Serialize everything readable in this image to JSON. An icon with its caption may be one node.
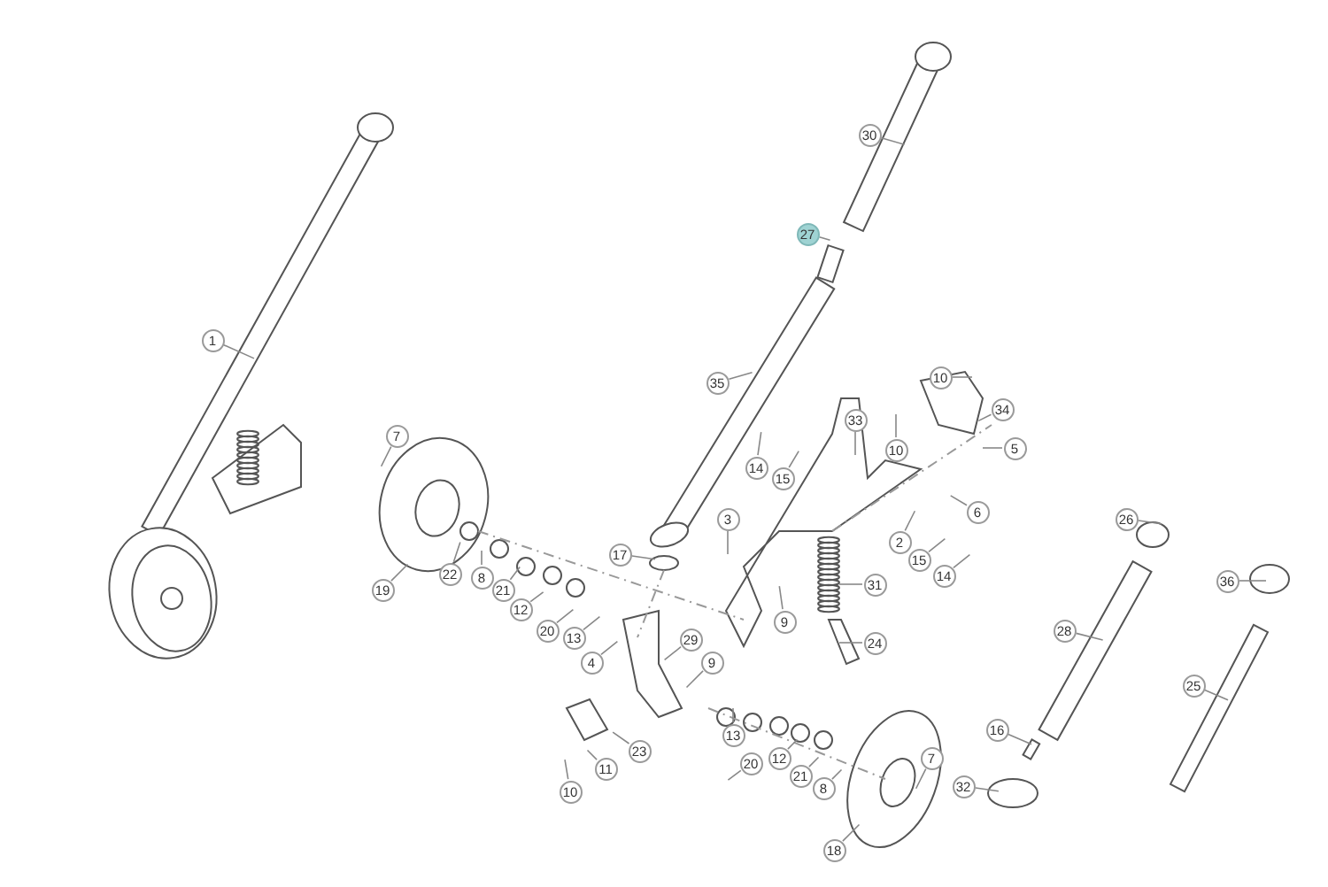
{
  "diagram": {
    "nodes": [
      {
        "text": [
          "1"
        ]
      },
      {
        "text": [
          "30"
        ]
      },
      {
        "text": [
          "27"
        ]
      },
      {
        "text": [
          "35"
        ]
      },
      {
        "text": [
          "7"
        ]
      },
      {
        "text": [
          "10"
        ]
      },
      {
        "text": [
          "34"
        ]
      },
      {
        "text": [
          "33"
        ]
      },
      {
        "text": [
          "14"
        ]
      },
      {
        "text": [
          "15"
        ]
      },
      {
        "text": [
          "10"
        ]
      },
      {
        "text": [
          "5"
        ]
      },
      {
        "text": [
          "26"
        ]
      },
      {
        "text": [
          "36"
        ]
      },
      {
        "text": [
          "6"
        ]
      },
      {
        "text": [
          "3"
        ]
      },
      {
        "text": [
          "2"
        ]
      },
      {
        "text": [
          "17"
        ]
      },
      {
        "text": [
          "22"
        ]
      },
      {
        "text": [
          "8"
        ]
      },
      {
        "text": [
          "19"
        ]
      },
      {
        "text": [
          "21"
        ]
      },
      {
        "text": [
          "31"
        ]
      },
      {
        "text": [
          "15"
        ]
      },
      {
        "text": [
          "14"
        ]
      },
      {
        "text": [
          "12"
        ]
      },
      {
        "text": [
          "20"
        ]
      },
      {
        "text": [
          "13"
        ]
      },
      {
        "text": [
          "28"
        ]
      },
      {
        "text": [
          "29"
        ]
      },
      {
        "text": [
          "4"
        ]
      },
      {
        "text": [
          "24"
        ]
      },
      {
        "text": [
          "9"
        ]
      },
      {
        "text": [
          "9"
        ]
      },
      {
        "text": [
          "25"
        ]
      },
      {
        "text": [
          "23"
        ]
      },
      {
        "text": [
          "16"
        ]
      },
      {
        "text": [
          "13"
        ]
      },
      {
        "text": [
          "11"
        ]
      },
      {
        "text": [
          "20"
        ]
      },
      {
        "text": [
          "12"
        ]
      },
      {
        "text": [
          "21"
        ]
      },
      {
        "text": [
          "7"
        ]
      },
      {
        "text": [
          "8"
        ]
      },
      {
        "text": [
          "10"
        ]
      },
      {
        "text": [
          "32"
        ]
      },
      {
        "text": [
          "18"
        ]
      }
    ],
    "edges": [
      {
        "from": 0,
        "to": null,
        "arrow": "none"
      },
      {
        "from": 1,
        "to": null,
        "arrow": "none"
      },
      {
        "from": 2,
        "to": null,
        "arrow": "none"
      },
      {
        "from": 3,
        "to": null,
        "arrow": "none"
      },
      {
        "from": 4,
        "to": null,
        "arrow": "none"
      },
      {
        "from": 5,
        "to": null,
        "arrow": "none"
      },
      {
        "from": 6,
        "to": null,
        "arrow": "none"
      },
      {
        "from": 7,
        "to": null,
        "arrow": "none"
      },
      {
        "from": 8,
        "to": null,
        "arrow": "none"
      },
      {
        "from": 9,
        "to": null,
        "arrow": "none"
      },
      {
        "from": 10,
        "to": null,
        "arrow": "none"
      },
      {
        "from": 11,
        "to": null,
        "arrow": "none"
      },
      {
        "from": 12,
        "to": null,
        "arrow": "none"
      },
      {
        "from": 13,
        "to": null,
        "arrow": "none"
      },
      {
        "from": 14,
        "to": null,
        "arrow": "none"
      },
      {
        "from": 15,
        "to": null,
        "arrow": "none"
      },
      {
        "from": 16,
        "to": null,
        "arrow": "none"
      },
      {
        "from": 17,
        "to": null,
        "arrow": "none"
      },
      {
        "from": 18,
        "to": null,
        "arrow": "none"
      },
      {
        "from": 19,
        "to": null,
        "arrow": "none"
      },
      {
        "from": 20,
        "to": null,
        "arrow": "none"
      },
      {
        "from": 21,
        "to": null,
        "arrow": "none"
      },
      {
        "from": 22,
        "to": null,
        "arrow": "none"
      },
      {
        "from": 23,
        "to": null,
        "arrow": "none"
      },
      {
        "from": 24,
        "to": null,
        "arrow": "none"
      },
      {
        "from": 25,
        "to": null,
        "arrow": "none"
      },
      {
        "from": 26,
        "to": null,
        "arrow": "none"
      },
      {
        "from": 27,
        "to": null,
        "arrow": "none"
      },
      {
        "from": 28,
        "to": null,
        "arrow": "none"
      },
      {
        "from": 29,
        "to": null,
        "arrow": "none"
      },
      {
        "from": 30,
        "to": null,
        "arrow": "none"
      },
      {
        "from": 31,
        "to": null,
        "arrow": "none"
      },
      {
        "from": 32,
        "to": null,
        "arrow": "none"
      },
      {
        "from": 33,
        "to": null,
        "arrow": "none"
      },
      {
        "from": 34,
        "to": null,
        "arrow": "none"
      },
      {
        "from": 35,
        "to": null,
        "arrow": "none"
      },
      {
        "from": 36,
        "to": null,
        "arrow": "none"
      },
      {
        "from": 37,
        "to": null,
        "arrow": "none"
      },
      {
        "from": 38,
        "to": null,
        "arrow": "none"
      },
      {
        "from": 39,
        "to": null,
        "arrow": "none"
      },
      {
        "from": 40,
        "to": null,
        "arrow": "none"
      },
      {
        "from": 41,
        "to": null,
        "arrow": "none"
      },
      {
        "from": 42,
        "to": null,
        "arrow": "none"
      },
      {
        "from": 43,
        "to": null,
        "arrow": "none"
      },
      {
        "from": 44,
        "to": null,
        "arrow": "none"
      },
      {
        "from": 45,
        "to": null,
        "arrow": "none"
      },
      {
        "from": 46,
        "to": null,
        "arrow": "none"
      }
    ]
  }
}
